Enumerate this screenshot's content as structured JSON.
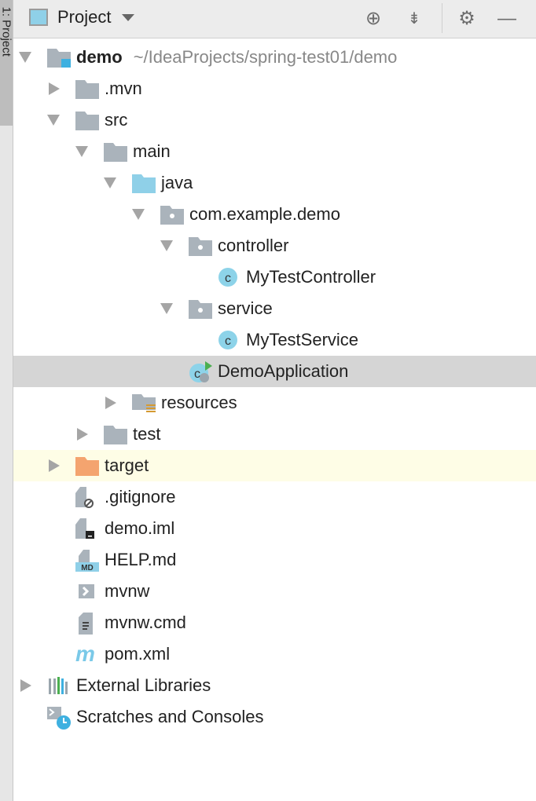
{
  "side_tab": "1: Project",
  "header": {
    "title": "Project",
    "buttons": [
      "locate-icon",
      "collapse-all-icon",
      "gear-icon",
      "minimize-icon"
    ]
  },
  "colors": {
    "folder": "#aab3bb",
    "source_folder": "#8fd0e8",
    "class": "#8dd3e9",
    "excluded": "#f4a46f",
    "selected_row": "#d5d5d5",
    "highlight_row": "#fefde6"
  },
  "tree": [
    {
      "label": "demo",
      "path": "~/IdeaProjects/spring-test01/demo",
      "level": 0,
      "state": "open",
      "icon": "module"
    },
    {
      "label": ".mvn",
      "level": 1,
      "state": "closed",
      "icon": "folder"
    },
    {
      "label": "src",
      "level": 1,
      "state": "open",
      "icon": "folder"
    },
    {
      "label": "main",
      "level": 2,
      "state": "open",
      "icon": "folder"
    },
    {
      "label": "java",
      "level": 3,
      "state": "open",
      "icon": "source"
    },
    {
      "label": "com.example.demo",
      "level": 4,
      "state": "open",
      "icon": "package"
    },
    {
      "label": "controller",
      "level": 5,
      "state": "open",
      "icon": "package"
    },
    {
      "label": "MyTestController",
      "level": 6,
      "state": "none",
      "icon": "class"
    },
    {
      "label": "service",
      "level": 5,
      "state": "open",
      "icon": "package"
    },
    {
      "label": "MyTestService",
      "level": 6,
      "state": "none",
      "icon": "class"
    },
    {
      "label": "DemoApplication",
      "level": 5,
      "state": "none",
      "icon": "spring-class",
      "selected": true
    },
    {
      "label": "resources",
      "level": 3,
      "state": "closed",
      "icon": "resources"
    },
    {
      "label": "test",
      "level": 2,
      "state": "closed",
      "icon": "folder"
    },
    {
      "label": "target",
      "level": 1,
      "state": "closed",
      "icon": "excluded",
      "highlight": true
    },
    {
      "label": ".gitignore",
      "level": 1,
      "state": "none",
      "icon": "ignore-file"
    },
    {
      "label": "demo.iml",
      "level": 1,
      "state": "none",
      "icon": "iml-file"
    },
    {
      "label": "HELP.md",
      "level": 1,
      "state": "none",
      "icon": "md-file"
    },
    {
      "label": "mvnw",
      "level": 1,
      "state": "none",
      "icon": "shell-file"
    },
    {
      "label": "mvnw.cmd",
      "level": 1,
      "state": "none",
      "icon": "text-file"
    },
    {
      "label": "pom.xml",
      "level": 1,
      "state": "none",
      "icon": "maven-file"
    },
    {
      "label": "External Libraries",
      "level": 0,
      "state": "closed",
      "icon": "libraries"
    },
    {
      "label": "Scratches and Consoles",
      "level": 0,
      "state": "none",
      "icon": "scratches"
    }
  ]
}
